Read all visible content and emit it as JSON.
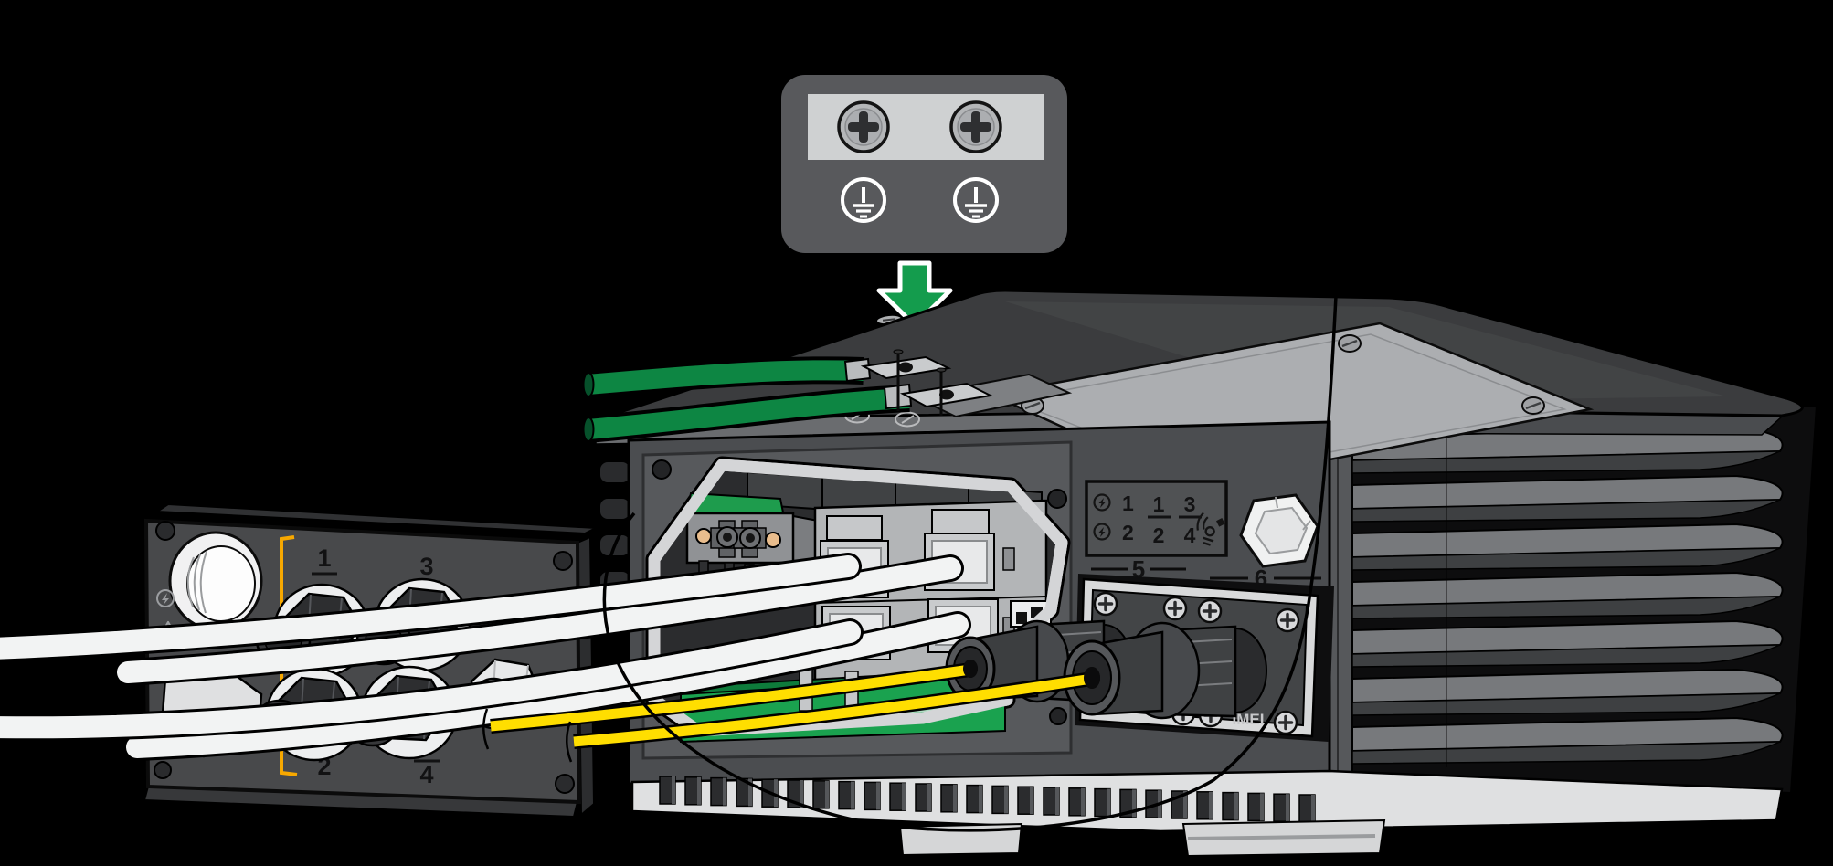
{
  "illustration": {
    "type": "hardware-installation-diagram",
    "subject": "industrial network device grounding and cabling"
  },
  "colors": {
    "background": "#000000",
    "arrow_green": "#149C4D",
    "ground_wire_green": "#0D8643",
    "pcb_green": "#1AA24F",
    "fiber_yellow": "#FFDE00",
    "bracket_orange": "#F7A800",
    "panel_dark": "#58595C",
    "panel_light": "#CFD1D2",
    "chassis_gray": "#515356",
    "frame_light": "#D4D5D7"
  },
  "callout": {
    "icons": [
      "phillips-screw",
      "phillips-screw",
      "ground-symbol",
      "ground-symbol"
    ]
  },
  "arrow": {
    "direction": "down"
  },
  "gland_plate": {
    "labels": [
      "1",
      "3",
      "2",
      "4"
    ],
    "icons": [
      "lightning-icon",
      "warning-triangle-icon",
      "antenna-icon"
    ]
  },
  "led_plate": {
    "power_labels": [
      "1",
      "2"
    ],
    "port_top": [
      "1",
      "3"
    ],
    "port_bottom": [
      "2",
      "4"
    ],
    "icons": [
      "power-lightning-icon",
      "power-lightning-icon",
      "antenna-icon"
    ]
  },
  "front_panel": {
    "port5_label": "5",
    "port6_label": "6"
  },
  "cellular_panel": {
    "imei_label": "IMEI"
  }
}
